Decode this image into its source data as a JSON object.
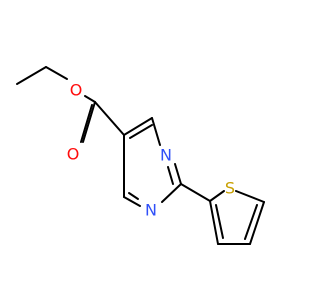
{
  "molecule": {
    "atoms": {
      "o_ether": {
        "symbol": "O",
        "color": "#ff0d0d"
      },
      "o_carbonyl": {
        "symbol": "O",
        "color": "#ff0d0d"
      },
      "n_upper": {
        "symbol": "N",
        "color": "#3050f8"
      },
      "n_lower": {
        "symbol": "N",
        "color": "#3050f8"
      },
      "s_thiophene": {
        "symbol": "S",
        "color": "#c8a000"
      }
    },
    "bond_color": "#000000"
  }
}
